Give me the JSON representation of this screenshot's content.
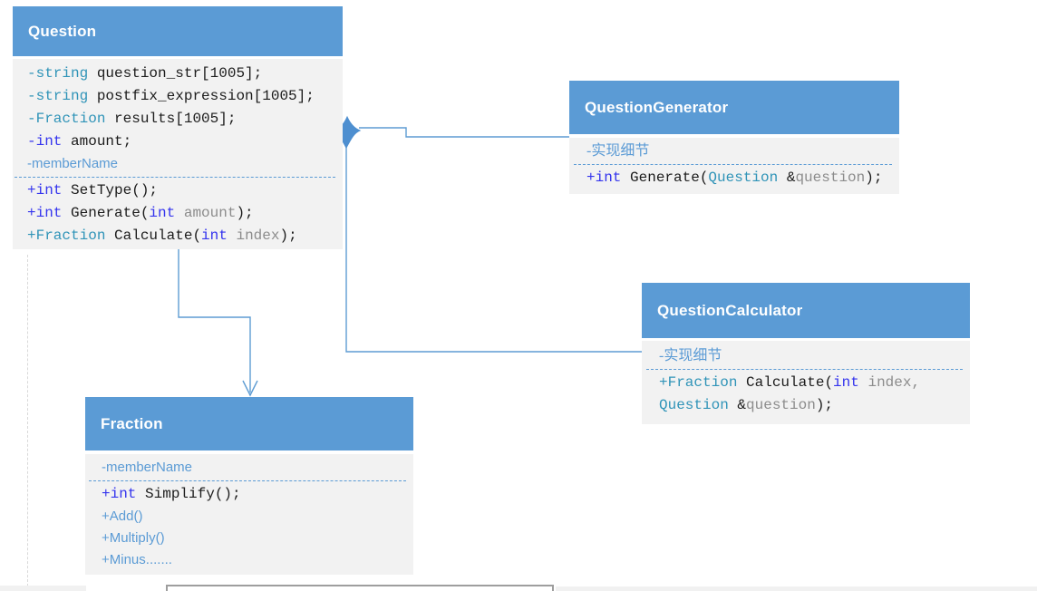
{
  "canvas": {
    "background": "#FFFFFF",
    "class_header_color": "#5B9BD5",
    "class_body_color": "#F2F2F2",
    "connector_color": "#5E9CD3"
  },
  "palette": {
    "keyword_teal": "#3094B8",
    "keyword_blue": "#3434EE",
    "param_gray": "#8C8C8C",
    "code_dark": "#1C1C1C",
    "steel_blue": "#5B9BD5"
  },
  "classes": [
    {
      "name": "Question",
      "sections": [
        {
          "rows": [
            {
              "font": "mono",
              "tokens": [
                {
                  "t": "-string",
                  "c": "teal"
                },
                {
                  "t": " question_str[1005];",
                  "c": "dark"
                }
              ]
            },
            {
              "font": "mono",
              "tokens": [
                {
                  "t": "-string",
                  "c": "teal"
                },
                {
                  "t": " postfix_expression[1005];",
                  "c": "dark"
                }
              ]
            },
            {
              "font": "mono",
              "tokens": [
                {
                  "t": "-Fraction",
                  "c": "teal"
                },
                {
                  "t": " results[1005];",
                  "c": "dark"
                }
              ]
            },
            {
              "font": "mono",
              "tokens": [
                {
                  "t": "-int",
                  "c": "blue"
                },
                {
                  "t": " amount;",
                  "c": "dark"
                }
              ]
            },
            {
              "font": "sans",
              "tokens": [
                {
                  "t": "-memberName",
                  "c": "steel"
                }
              ]
            }
          ]
        },
        {
          "rows": [
            {
              "font": "mono",
              "tokens": [
                {
                  "t": "+int",
                  "c": "blue"
                },
                {
                  "t": " SetType();",
                  "c": "dark"
                }
              ]
            },
            {
              "font": "mono",
              "tokens": [
                {
                  "t": "+int",
                  "c": "blue"
                },
                {
                  "t": " Generate(",
                  "c": "dark"
                },
                {
                  "t": "int",
                  "c": "blue"
                },
                {
                  "t": " ",
                  "c": "dark"
                },
                {
                  "t": "amount",
                  "c": "gray"
                },
                {
                  "t": ");",
                  "c": "dark"
                }
              ]
            },
            {
              "font": "mono",
              "tokens": [
                {
                  "t": "+Fraction",
                  "c": "teal"
                },
                {
                  "t": " Calculate(",
                  "c": "dark"
                },
                {
                  "t": "int",
                  "c": "blue"
                },
                {
                  "t": " ",
                  "c": "dark"
                },
                {
                  "t": "index",
                  "c": "gray"
                },
                {
                  "t": ");",
                  "c": "dark"
                }
              ]
            }
          ]
        }
      ]
    },
    {
      "name": "QuestionGenerator",
      "sections": [
        {
          "rows": [
            {
              "font": "serif",
              "tokens": [
                {
                  "t": "-实现细节",
                  "c": "steel"
                }
              ]
            }
          ]
        },
        {
          "rows": [
            {
              "font": "mono",
              "tokens": [
                {
                  "t": "+int",
                  "c": "blue"
                },
                {
                  "t": " Generate(",
                  "c": "dark"
                },
                {
                  "t": "Question",
                  "c": "teal"
                },
                {
                  "t": " &",
                  "c": "dark"
                },
                {
                  "t": "question",
                  "c": "gray"
                },
                {
                  "t": ");",
                  "c": "dark"
                }
              ]
            }
          ]
        }
      ]
    },
    {
      "name": "QuestionCalculator",
      "sections": [
        {
          "rows": [
            {
              "font": "serif",
              "tokens": [
                {
                  "t": "-实现细节",
                  "c": "steel"
                }
              ]
            }
          ]
        },
        {
          "rows": [
            {
              "font": "mono",
              "tokens": [
                {
                  "t": "+Fraction",
                  "c": "teal"
                },
                {
                  "t": " Calculate(",
                  "c": "dark"
                },
                {
                  "t": "int",
                  "c": "blue"
                },
                {
                  "t": " ",
                  "c": "dark"
                },
                {
                  "t": "index,",
                  "c": "gray"
                }
              ]
            },
            {
              "font": "mono",
              "tokens": [
                {
                  "t": "Question",
                  "c": "teal"
                },
                {
                  "t": " &",
                  "c": "dark"
                },
                {
                  "t": "question",
                  "c": "gray"
                },
                {
                  "t": ");",
                  "c": "dark"
                }
              ]
            }
          ]
        }
      ]
    },
    {
      "name": "Fraction",
      "sections": [
        {
          "rows": [
            {
              "font": "sans",
              "tokens": [
                {
                  "t": "-memberName",
                  "c": "steel"
                }
              ]
            }
          ]
        },
        {
          "rows": [
            {
              "font": "mono",
              "tokens": [
                {
                  "t": "+int",
                  "c": "blue"
                },
                {
                  "t": " Simplify();",
                  "c": "dark"
                }
              ]
            },
            {
              "font": "sans",
              "tokens": [
                {
                  "t": "+Add()",
                  "c": "steel"
                }
              ]
            },
            {
              "font": "sans",
              "tokens": [
                {
                  "t": "+Multiply()",
                  "c": "steel"
                }
              ]
            },
            {
              "font": "sans",
              "tokens": [
                {
                  "t": "+Minus.......",
                  "c": "steel"
                }
              ]
            }
          ]
        }
      ]
    }
  ],
  "relations": [
    {
      "type": "composition-diamond",
      "from": "Question",
      "to": "QuestionGenerator"
    },
    {
      "type": "composition-diamond",
      "from": "Question",
      "to": "QuestionCalculator"
    },
    {
      "type": "open-arrow",
      "from": "Question",
      "to": "Fraction"
    }
  ]
}
